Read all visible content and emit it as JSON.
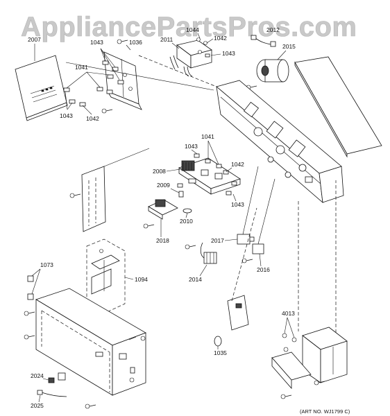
{
  "watermark": "AppliancePartsPros.com",
  "art_number": "(ART NO. WJ1799 C)",
  "labels": {
    "p2007": "2007",
    "p1043a": "1043",
    "p1036": "1036",
    "p1041a": "1041",
    "p1043b": "1043",
    "p1042a": "1042",
    "p2011": "2011",
    "p1044": "1044",
    "p1042b": "1042",
    "p1043c": "1043",
    "p2012": "2012",
    "p2015": "2015",
    "p1041b": "1041",
    "p1043d": "1043",
    "p2008": "2008",
    "p1042c": "1042",
    "p2009": "2009",
    "p1043e": "1043",
    "p2010": "2010",
    "p2018": "2018",
    "p2017": "2017",
    "p2016": "2016",
    "p2014": "2014",
    "p1073": "1073",
    "p1094": "1094",
    "p4013": "4013",
    "p1035": "1035",
    "p2024": "2024",
    "p2025": "2025"
  }
}
